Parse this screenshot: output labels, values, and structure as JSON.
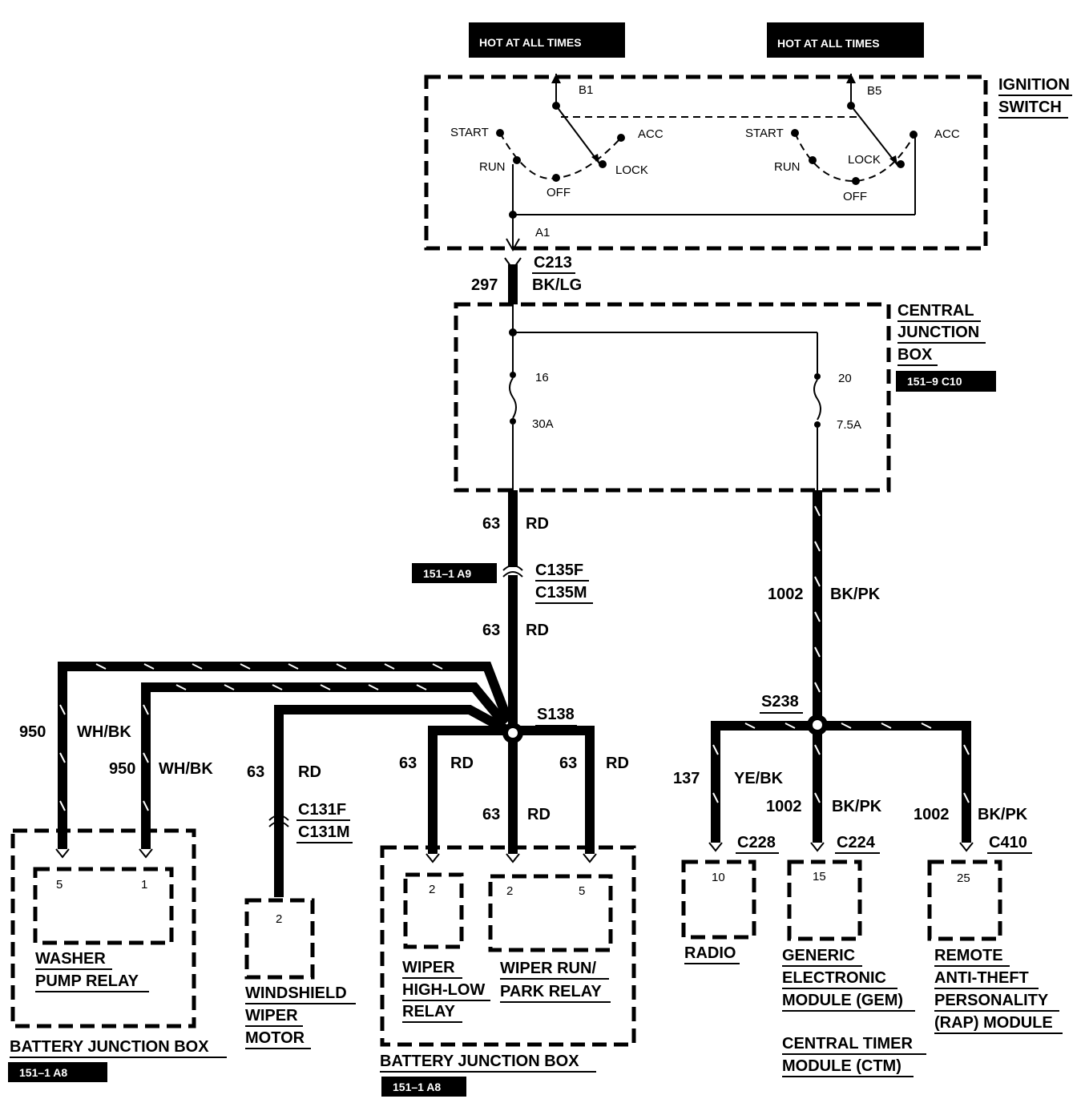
{
  "hot_labels": [
    "HOT AT ALL TIMES",
    "HOT AT ALL TIMES"
  ],
  "ignition": {
    "title_line1": "IGNITION",
    "title_line2": "SWITCH",
    "left": {
      "terminal": "B1",
      "start": "START",
      "acc": "ACC",
      "run": "RUN",
      "lock": "LOCK",
      "off": "OFF",
      "out": "A1"
    },
    "right": {
      "terminal": "B5",
      "start": "START",
      "acc": "ACC",
      "run": "RUN",
      "lock": "LOCK",
      "off": "OFF"
    }
  },
  "c213": {
    "connector": "C213",
    "circuit": "297",
    "color": "BK/LG"
  },
  "cjb": {
    "line1": "CENTRAL",
    "line2": "JUNCTION",
    "line3": "BOX",
    "ref": "151–9 C10",
    "fuse_left": {
      "num": "16",
      "rating": "30A"
    },
    "fuse_right": {
      "num": "20",
      "rating": "7.5A"
    }
  },
  "wires": {
    "w63_top": {
      "circuit": "63",
      "color": "RD"
    },
    "w63_mid": {
      "circuit": "63",
      "color": "RD"
    },
    "w1002": {
      "circuit": "1002",
      "color": "BK/PK"
    },
    "w950a": {
      "circuit": "950",
      "color": "WH/BK"
    },
    "w950b": {
      "circuit": "950",
      "color": "WH/BK"
    },
    "w63_wiper": {
      "circuit": "63",
      "color": "RD"
    },
    "w63_hl": {
      "circuit": "63",
      "color": "RD"
    },
    "w63_run": {
      "circuit": "63",
      "color": "RD"
    },
    "w63_park": {
      "circuit": "63",
      "color": "RD"
    },
    "w137": {
      "circuit": "137",
      "color": "YE/BK"
    },
    "w1002_gem": {
      "circuit": "1002",
      "color": "BK/PK"
    },
    "w1002_rap": {
      "circuit": "1002",
      "color": "BK/PK"
    }
  },
  "c135": {
    "f": "C135F",
    "m": "C135M",
    "ref": "151–1 A9"
  },
  "c131": {
    "f": "C131F",
    "m": "C131M"
  },
  "splices": {
    "s138": "S138",
    "s238": "S238"
  },
  "washer": {
    "pin5": "5",
    "pin1": "1",
    "line1": "WASHER",
    "line2": "PUMP RELAY",
    "bjb": "BATTERY JUNCTION BOX",
    "ref": "151–1 A8"
  },
  "motor": {
    "pin": "2",
    "line1": "WINDSHIELD",
    "line2": "WIPER",
    "line3": "MOTOR"
  },
  "wiper_bjb": {
    "hl_pin": "2",
    "run_pin2": "2",
    "run_pin5": "5",
    "hl_line1": "WIPER",
    "hl_line2": "HIGH-LOW",
    "hl_line3": "RELAY",
    "run_line1": "WIPER RUN/",
    "run_line2": "PARK RELAY",
    "bjb": "BATTERY JUNCTION BOX",
    "ref": "151–1 A8"
  },
  "modules": {
    "radio": {
      "connector": "C228",
      "pin": "10",
      "line1": "RADIO"
    },
    "gem": {
      "connector": "C224",
      "pin": "15",
      "line1": "GENERIC",
      "line2": "ELECTRONIC",
      "line3": "MODULE (GEM)",
      "alt1": "CENTRAL TIMER",
      "alt2": "MODULE (CTM)"
    },
    "rap": {
      "connector": "C410",
      "pin": "25",
      "line1": "REMOTE",
      "line2": "ANTI-THEFT",
      "line3": "PERSONALITY",
      "line4": "(RAP) MODULE"
    }
  }
}
